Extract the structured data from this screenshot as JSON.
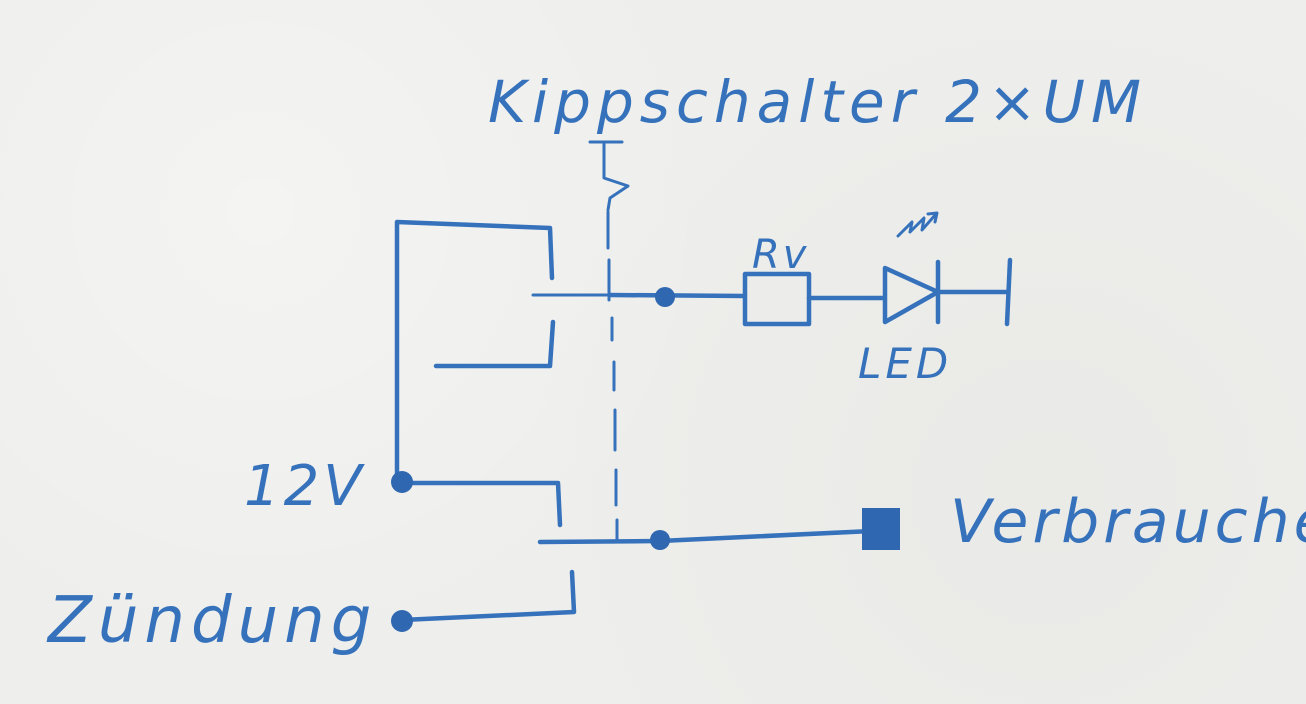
{
  "diagram": {
    "labels": {
      "switch": "Kippschalter 2×UM",
      "resistor": "Rv",
      "led": "LED",
      "supply": "12V",
      "ignition": "Zündung",
      "load": "Verbraucher"
    },
    "ink_color": "#3672bb",
    "paper_color": "#eeeeec"
  }
}
